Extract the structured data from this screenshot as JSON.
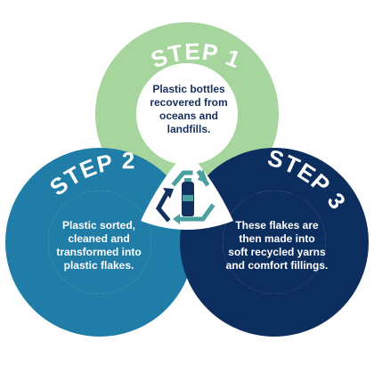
{
  "steps": [
    {
      "title": "STEP 1",
      "lines": [
        "Plastic bottles",
        "recovered from",
        "oceans and",
        "landfills."
      ],
      "color": "#a6d59d"
    },
    {
      "title": "STEP 2",
      "lines": [
        "Plastic sorted,",
        "cleaned and",
        "transformed into",
        "plastic flakes."
      ],
      "color": "#1f7da8"
    },
    {
      "title": "STEP 3",
      "lines": [
        "These flakes are",
        "then made into",
        "soft recycled yarns",
        "and comfort fillings."
      ],
      "color": "#0c2e5e"
    }
  ],
  "center_icon": "recycle-bottle-icon",
  "colors": {
    "inner_fill": "#ffffff",
    "text_dark": "#17305e",
    "text_light": "#ffffff",
    "icon_teal": "#4aa0a0",
    "icon_navy": "#12305e"
  }
}
